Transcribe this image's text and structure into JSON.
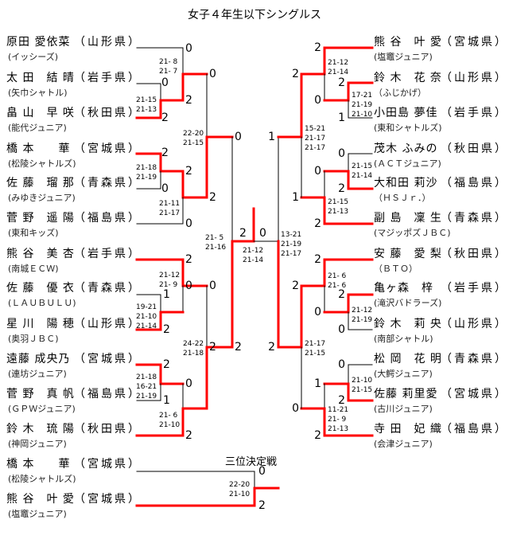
{
  "title": "女子４年生以下シングルス",
  "colors": {
    "winner_line": "#ff0000",
    "line": "#000000"
  },
  "players": {
    "left": [
      {
        "name": "原田 愛依菜",
        "pref": "（山形県）",
        "club": "(イッシーズ)"
      },
      {
        "name": "太 田　結 晴",
        "pref": "（岩手県）",
        "club": "(矢巾シャトル)"
      },
      {
        "name": "畠 山　早 咲",
        "pref": "（秋田県）",
        "club": "(能代ジュニア)"
      },
      {
        "name": "橋 本　　華",
        "pref": "（宮城県）",
        "club": "(松陵シャトルズ)"
      },
      {
        "name": "佐 藤　瑠 那",
        "pref": "（青森県）",
        "club": "(みゆきジュニア)"
      },
      {
        "name": "菅 野　遥 陽",
        "pref": "（福島県）",
        "club": "(東和キッズ)"
      },
      {
        "name": "熊 谷　美 杏",
        "pref": "（岩手県）",
        "club": "(南城ＥＣＷ)"
      },
      {
        "name": "佐 藤　優 衣",
        "pref": "（青森県）",
        "club": "(ＬＡＵＢＵＬＵ)"
      },
      {
        "name": "星 川　陽 穂",
        "pref": "（山形県）",
        "club": "(奥羽ＪＢＣ)"
      },
      {
        "name": "遠藤 成央乃",
        "pref": "（宮城県）",
        "club": "(連坊ジュニア)"
      },
      {
        "name": "菅 野　真 帆",
        "pref": "（福島県）",
        "club": "(ＧＰＷジュニア)"
      },
      {
        "name": "鈴 木　琉 陽",
        "pref": "（秋田県）",
        "club": "(神岡ジュニア)"
      }
    ],
    "right": [
      {
        "name": "熊 谷　叶 愛",
        "pref": "（宮城県）",
        "club": "(塩竈ジュニア)"
      },
      {
        "name": "鈴 木　花 奈",
        "pref": "（山形県）",
        "club": "（ふじかげ）"
      },
      {
        "name": "小田島 夢佳",
        "pref": "（岩手県）",
        "club": "(東和シャトルズ)"
      },
      {
        "name": "茂木 ふみの",
        "pref": "（秋田県）",
        "club": "(ＡＣＴジュニア)"
      },
      {
        "name": "大和田 莉沙",
        "pref": "（福島県）",
        "club": "（ＨＳＪｒ．）"
      },
      {
        "name": "副 島　凜 生",
        "pref": "（青森県）",
        "club": "(マジッポズＪＢＣ)"
      },
      {
        "name": "安 藤　愛 梨",
        "pref": "（秋田県）",
        "club": "（ＢＴＯ）"
      },
      {
        "name": "亀ヶ森　梓",
        "pref": "（岩手県）",
        "club": "(滝沢バドラーズ)"
      },
      {
        "name": "鈴 木　莉 央",
        "pref": "（山形県）",
        "club": "(南部シャトル)"
      },
      {
        "name": "松 岡　花 明",
        "pref": "（青森県）",
        "club": "(大鰐ジュニア)"
      },
      {
        "name": "佐藤 莉里愛",
        "pref": "（宮城県）",
        "club": "(古川ジュニア)"
      },
      {
        "name": "寺 田　妃 織",
        "pref": "（福島県）",
        "club": "(会津ジュニア)"
      }
    ],
    "third": [
      {
        "name": "橋 本　　華",
        "pref": "（宮城県）",
        "club": "(松陵シャトルズ)"
      },
      {
        "name": "熊 谷　叶 愛",
        "pref": "（宮城県）",
        "club": "(塩竈ジュニア)"
      }
    ]
  },
  "matches": {
    "L1": {
      "top": "0",
      "bottom": "2",
      "games": [
        "21-15",
        "21-13"
      ]
    },
    "L2": {
      "top": "0",
      "bottom": "2",
      "games": [
        "21- 8",
        "21- 7"
      ]
    },
    "L3": {
      "top": "2",
      "bottom": "0",
      "games": [
        "21-18",
        "21-19"
      ]
    },
    "L4": {
      "top": "2",
      "bottom": "0",
      "games": [
        "21-11",
        "21-17"
      ]
    },
    "L5": {
      "top": "0",
      "bottom": "2",
      "games": [
        "22-20",
        "21-15"
      ]
    },
    "L6": {
      "top": "2",
      "bottom": "0",
      "games": [
        "21-12",
        "21- 9"
      ]
    },
    "L7": {
      "top": "1",
      "bottom": "2",
      "games": [
        "19-21",
        "21-10",
        "21-14"
      ]
    },
    "L8": {
      "top": "2",
      "bottom": "1",
      "games": [
        "21-18",
        "16-21",
        "21-19"
      ]
    },
    "L9": {
      "top": "0",
      "bottom": "2",
      "games": [
        "21- 6",
        "21-10"
      ]
    },
    "L10": {
      "top": "0",
      "bottom": "2",
      "games": [
        "24-22",
        "21-18"
      ]
    },
    "SL": {
      "top": "0",
      "bottom": "2",
      "games": [
        "21- 5",
        "21-16"
      ]
    },
    "F": {
      "left": "2",
      "right": "0",
      "games": [
        "21-12",
        "21-14"
      ]
    },
    "SR": {
      "top": "1",
      "bottom": "2",
      "games": [
        "13-21",
        "21-19",
        "21-17"
      ]
    },
    "R1": {
      "top": "2",
      "bottom": "1",
      "games": [
        "17-21",
        "21-19",
        "21-10"
      ]
    },
    "R2": {
      "top": "2",
      "bottom": "0",
      "games": [
        "21-12",
        "21-14"
      ]
    },
    "R3": {
      "top": "0",
      "bottom": "2",
      "games": [
        "21-15",
        "21-14"
      ]
    },
    "R4": {
      "top": "0",
      "bottom": "2",
      "games": [
        "21-15",
        "21-13"
      ]
    },
    "R5": {
      "top": "2",
      "bottom": "1",
      "games": [
        "15-21",
        "21-17",
        "21-17"
      ]
    },
    "R6": {
      "top": "2",
      "bottom": "0",
      "games": [
        "21-12",
        "21-19"
      ]
    },
    "R7": {
      "top": "2",
      "bottom": "0",
      "games": [
        "21- 6",
        "21- 6"
      ]
    },
    "R8": {
      "top": "0",
      "bottom": "2",
      "games": [
        "21-10",
        "21-15"
      ]
    },
    "R9": {
      "top": "1",
      "bottom": "2",
      "games": [
        "11-21",
        "21- 9",
        "21-13"
      ]
    },
    "R10": {
      "top": "2",
      "bottom": "0",
      "games": [
        "21-17",
        "21-15"
      ]
    },
    "T": {
      "title": "三位決定戦",
      "top": "0",
      "bottom": "2",
      "games": [
        "22-20",
        "21-10"
      ]
    }
  }
}
